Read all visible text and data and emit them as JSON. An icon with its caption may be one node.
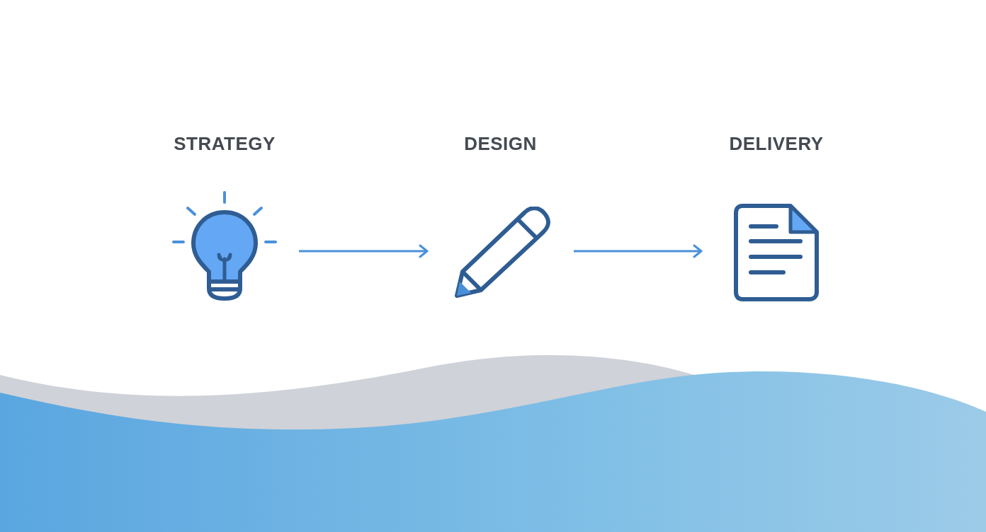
{
  "diagram": {
    "nodes": [
      {
        "text": [
          "STRATEGY"
        ]
      },
      {
        "text": [
          "DESIGN"
        ]
      },
      {
        "text": [
          "DELIVERY"
        ]
      }
    ],
    "edges": [
      {
        "from": 0,
        "to": 1,
        "arrow": "to"
      },
      {
        "from": 1,
        "to": 2,
        "arrow": "to"
      }
    ]
  }
}
